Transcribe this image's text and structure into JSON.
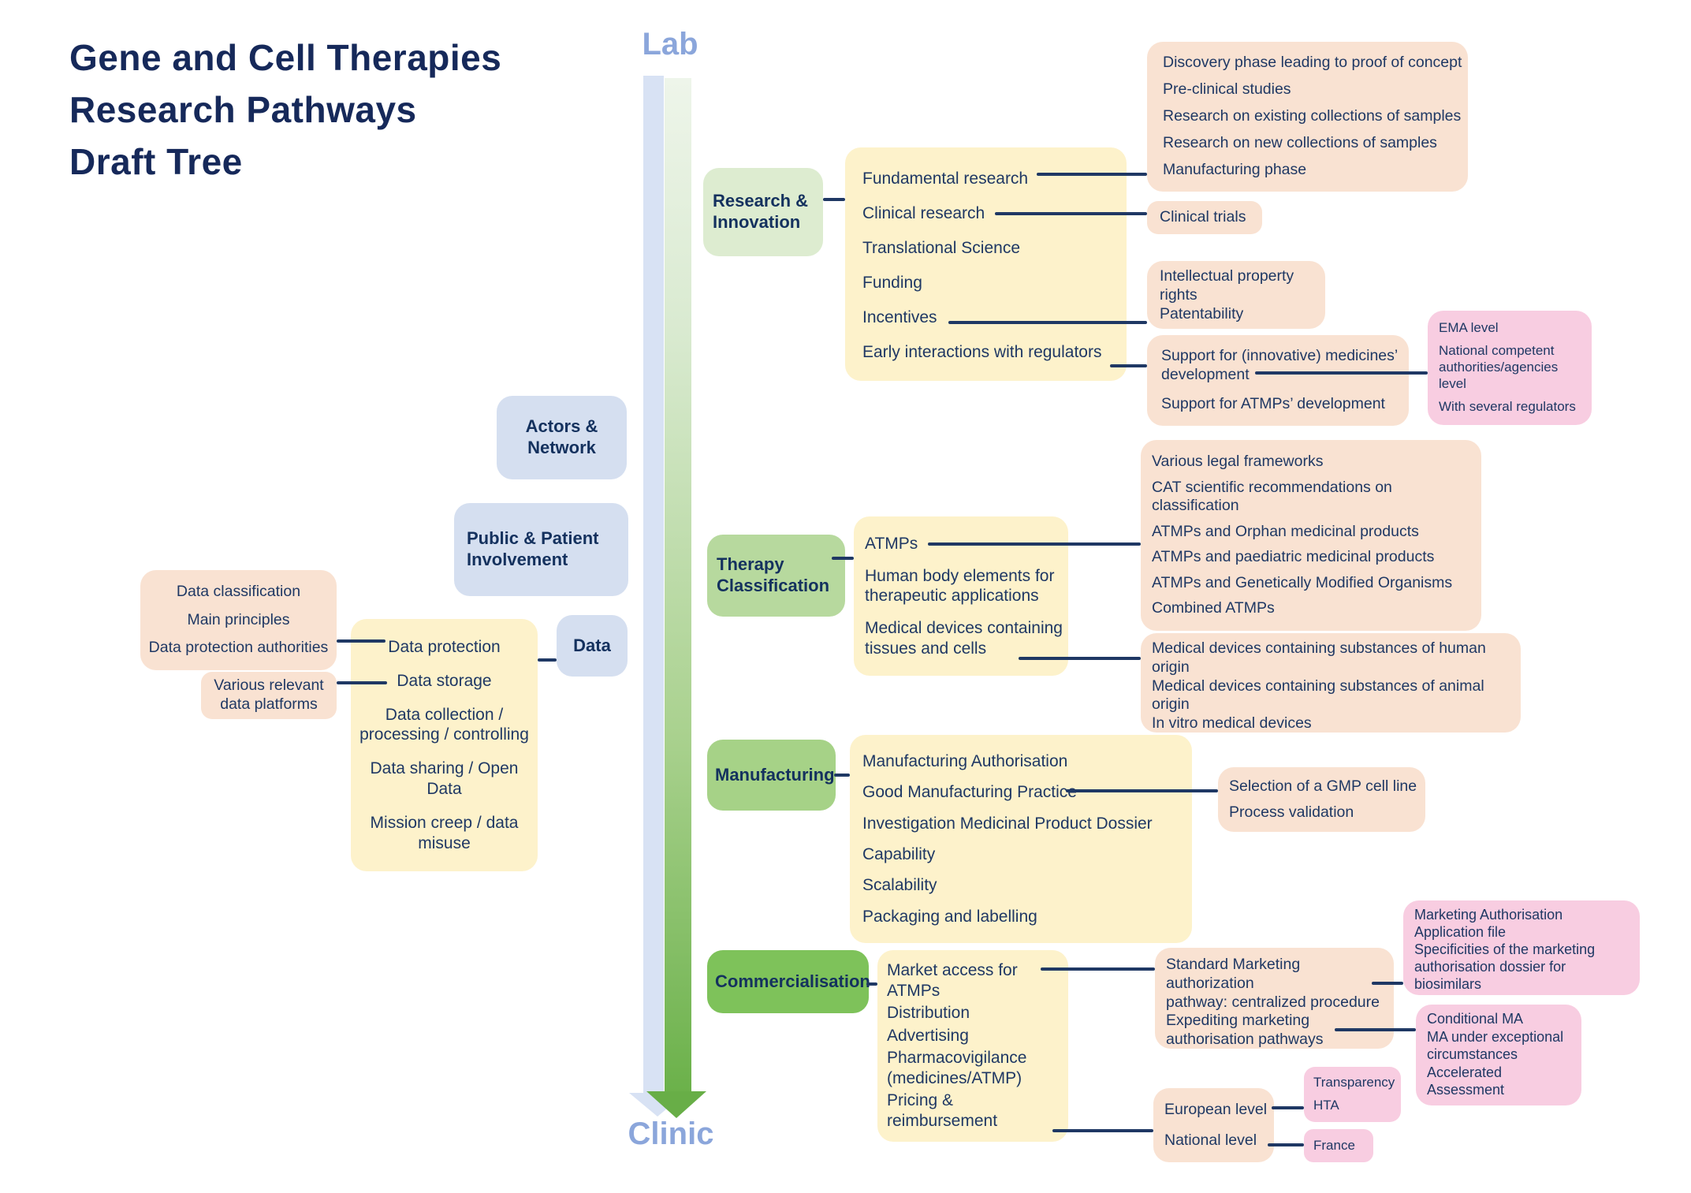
{
  "title": {
    "lines": [
      "Gene and Cell Therapies",
      "Research Pathways",
      "Draft Tree"
    ]
  },
  "spine": {
    "top_label": "Lab",
    "bottom_label": "Clinic"
  },
  "colors": {
    "navy_text": "#1f3864",
    "title_navy": "#16295a",
    "spine_label_blue": "#8ba6db",
    "arrow_blue": "#d8e2f4",
    "arrow_green": "#6bb14a",
    "box_yellow": "#fdf2cb",
    "box_peach": "#f9e2d2",
    "box_pink": "#f8cde1",
    "box_blue": "#d5dff0",
    "box_green_light": "#ddecd0",
    "box_green_mid": "#b7d99e",
    "box_green": "#a6d287",
    "box_green_strong": "#7ec25a"
  },
  "left": {
    "actors_network": {
      "label": "Actors &\nNetwork"
    },
    "public_patient": {
      "label": "Public & Patient\nInvolvement"
    },
    "data": {
      "label": "Data"
    },
    "data_topics": {
      "items": [
        "Data protection",
        "Data storage",
        "Data collection /\nprocessing / controlling",
        "Data sharing / Open\nData",
        "Mission creep / data\nmisuse"
      ]
    },
    "data_protection_details": {
      "items": [
        "Data classification",
        "Main principles",
        "Data protection authorities"
      ]
    },
    "data_platforms": {
      "items": [
        "Various relevant\ndata platforms"
      ]
    }
  },
  "right": {
    "research_innovation": {
      "label": "Research &\nInnovation",
      "topics": [
        "Fundamental research",
        "Clinical research",
        "Translational Science",
        "Funding",
        "Incentives",
        "Early interactions with regulators"
      ],
      "fundamental_details": [
        "Discovery phase leading to proof of concept",
        "Pre-clinical studies",
        "Research on existing collections of samples",
        "Research on new collections of samples",
        "Manufacturing phase"
      ],
      "clinical_details": [
        "Clinical trials"
      ],
      "incentives_details": [
        "Intellectual property rights",
        "Patentability"
      ],
      "regulators_details": [
        "Support for (innovative) medicines’\ndevelopment",
        "Support for ATMPs’ development"
      ],
      "support_levels": [
        "EMA level",
        "National competent\nauthorities/agencies level",
        "With several regulators"
      ]
    },
    "therapy_classification": {
      "label": "Therapy\nClassification",
      "topics": [
        "ATMPs",
        "Human body elements for\ntherapeutic applications",
        "Medical devices containing\ntissues and cells"
      ],
      "atmp_details": [
        "Various legal frameworks",
        "CAT scientific recommendations on classification",
        "ATMPs and Orphan medicinal products",
        "ATMPs and paediatric medicinal products",
        "ATMPs and Genetically Modified Organisms",
        "Combined ATMPs"
      ],
      "device_details": [
        "Medical devices containing substances of human origin",
        "Medical devices containing substances of animal origin",
        "In vitro medical devices"
      ]
    },
    "manufacturing": {
      "label": "Manufacturing",
      "topics": [
        "Manufacturing Authorisation",
        "Good Manufacturing Practice",
        "Investigation Medicinal Product Dossier",
        "Capability",
        "Scalability",
        "Packaging and labelling"
      ],
      "gmp_details": [
        "Selection of a GMP cell line",
        "Process validation"
      ]
    },
    "commercialisation": {
      "label": "Commercialisation",
      "topics": [
        "Market access for ATMPs",
        "Distribution",
        "Advertising",
        "Pharmacovigilance\n(medicines/ATMP)",
        "Pricing & reimbursement"
      ],
      "market_access_details": [
        "Standard Marketing authorization\npathway: centralized procedure",
        "Expediting marketing\nauthorisation pathways"
      ],
      "standard_pathway_details": [
        "Marketing Authorisation\nApplication file",
        "Specificities of the marketing\nauthorisation dossier for biosimilars"
      ],
      "expedited_details": [
        "Conditional MA",
        "MA under exceptional\ncircumstances",
        "Accelerated Assessment"
      ],
      "pricing_details": [
        "European level",
        "National level"
      ],
      "european_details": [
        "Transparency",
        "HTA"
      ],
      "national_details": [
        "France"
      ]
    }
  }
}
